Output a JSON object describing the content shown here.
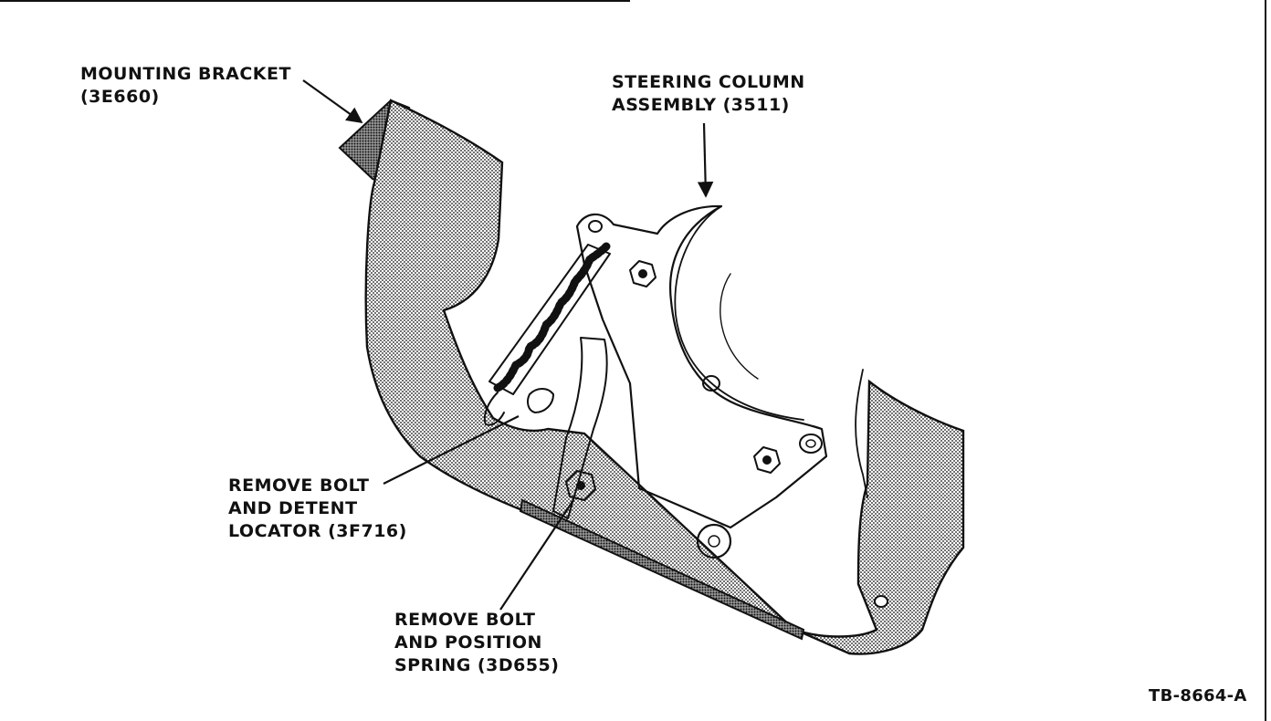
{
  "labels": {
    "mounting_bracket": [
      "MOUNTING BRACKET",
      "(3E660)"
    ],
    "steering_column": [
      "STEERING COLUMN",
      "ASSEMBLY (3511)"
    ],
    "detent_locator": [
      "REMOVE BOLT",
      "AND DETENT",
      "LOCATOR (3F716)"
    ],
    "position_spring": [
      "REMOVE BOLT",
      "AND POSITION",
      "SPRING (3D655)"
    ]
  },
  "figure_id": "TB-8664-A"
}
